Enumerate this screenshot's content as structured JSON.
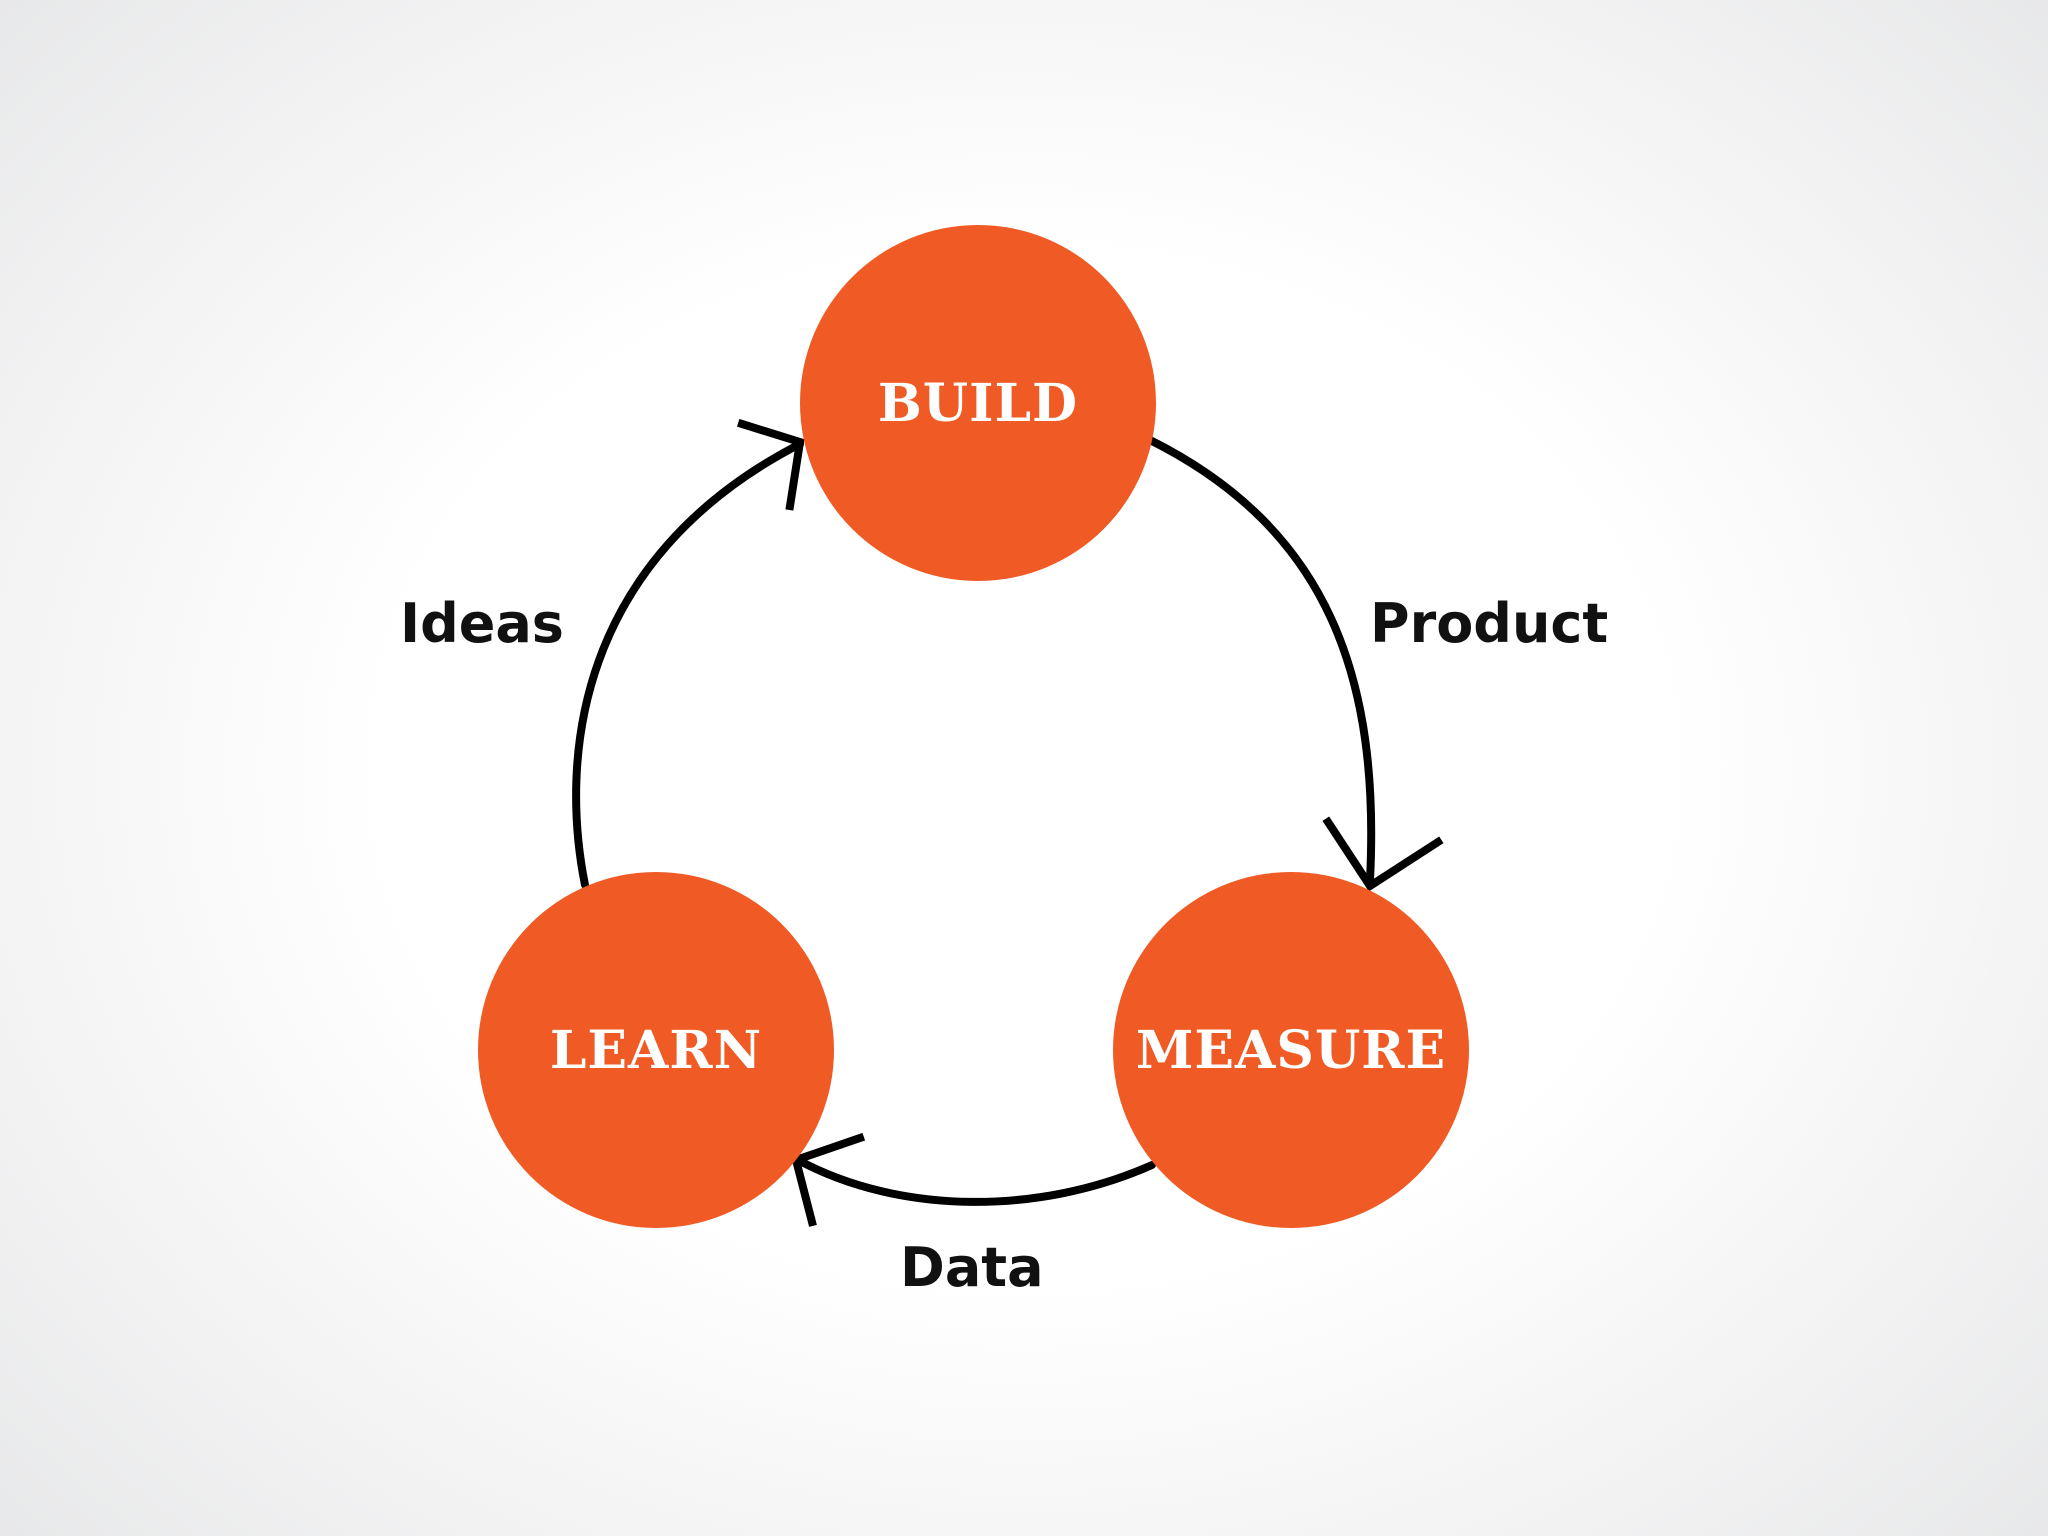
{
  "colors": {
    "node_fill": "#F05A24",
    "node_text": "#FFFFFF",
    "arrow": "#000000",
    "label_text": "#111111"
  },
  "nodes": {
    "build": {
      "label": "BUILD"
    },
    "measure": {
      "label": "MEASURE"
    },
    "learn": {
      "label": "LEARN"
    }
  },
  "edges": {
    "build_to_measure": {
      "label": "Product",
      "icon": "arrowhead-icon"
    },
    "measure_to_learn": {
      "label": "Data",
      "icon": "arrowhead-icon"
    },
    "learn_to_build": {
      "label": "Ideas",
      "icon": "arrowhead-icon"
    }
  }
}
